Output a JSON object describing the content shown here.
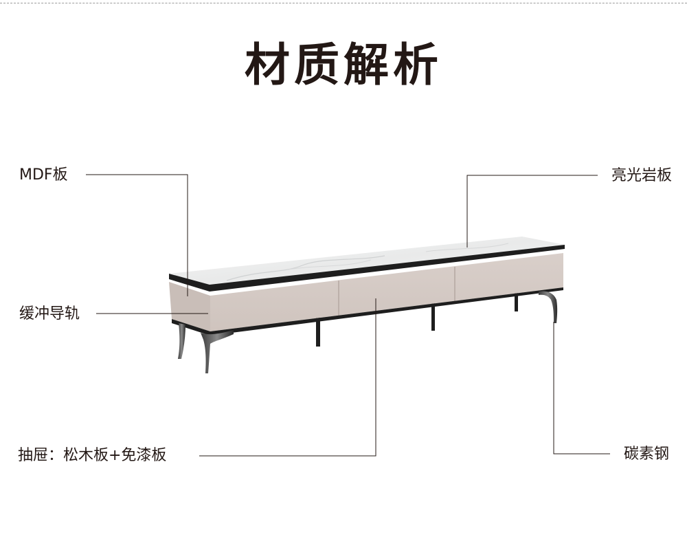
{
  "title": "材质解析",
  "labels": {
    "mdf": "MDF板",
    "stone": "亮光岩板",
    "rail": "缓冲导轨",
    "drawer": "抽屉：松木板+免漆板",
    "steel": "碳素钢"
  },
  "colors": {
    "text": "#231815",
    "leader_line": "#231815",
    "cabinet_body": "#d4c9c3",
    "slab_top": "#f2f2f2",
    "metal": "#1e1e1e"
  }
}
